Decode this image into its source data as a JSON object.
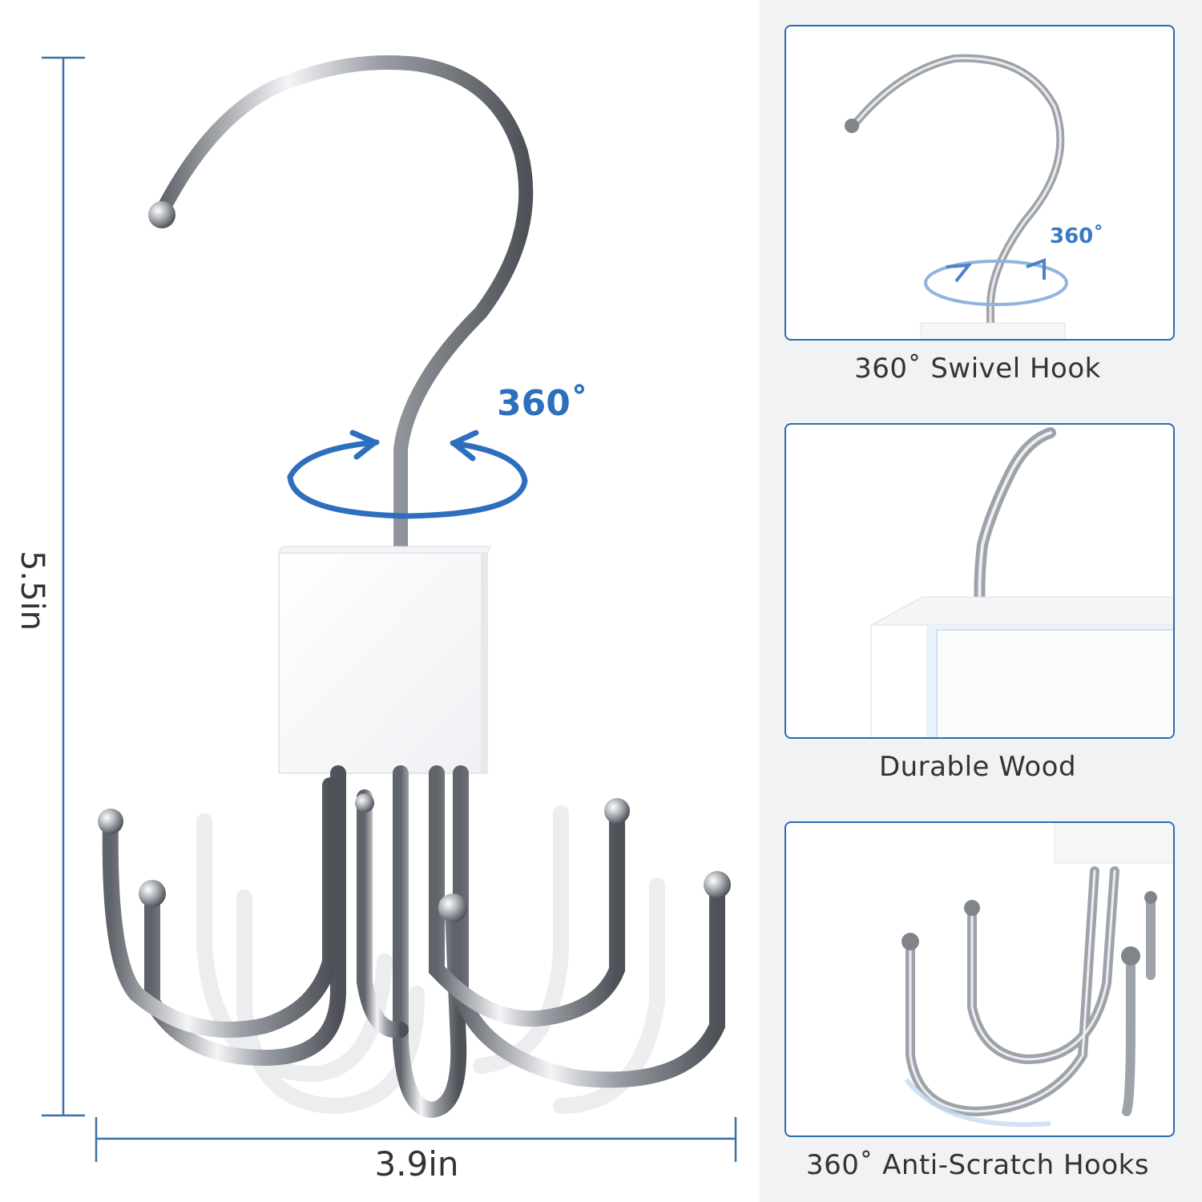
{
  "dimensions": {
    "height_label": "5.5in",
    "width_label": "3.9in"
  },
  "rotation": {
    "main_label": "360˚",
    "small_label": "360˚"
  },
  "panels": [
    {
      "caption": "360˚ Swivel Hook"
    },
    {
      "caption": "Durable Wood"
    },
    {
      "caption": "360˚ Anti-Scratch Hooks"
    }
  ],
  "colors": {
    "accent_blue": "#2b6cb0",
    "arrow_blue": "#2e6fbd",
    "chrome_dark": "#6b6f75",
    "chrome_light": "#e8eaed",
    "wood_white": "#ffffff",
    "side_panel_bg": "#f1f2f4"
  },
  "icons": [
    "rotation-arrow-icon",
    "dimension-line-icon"
  ]
}
